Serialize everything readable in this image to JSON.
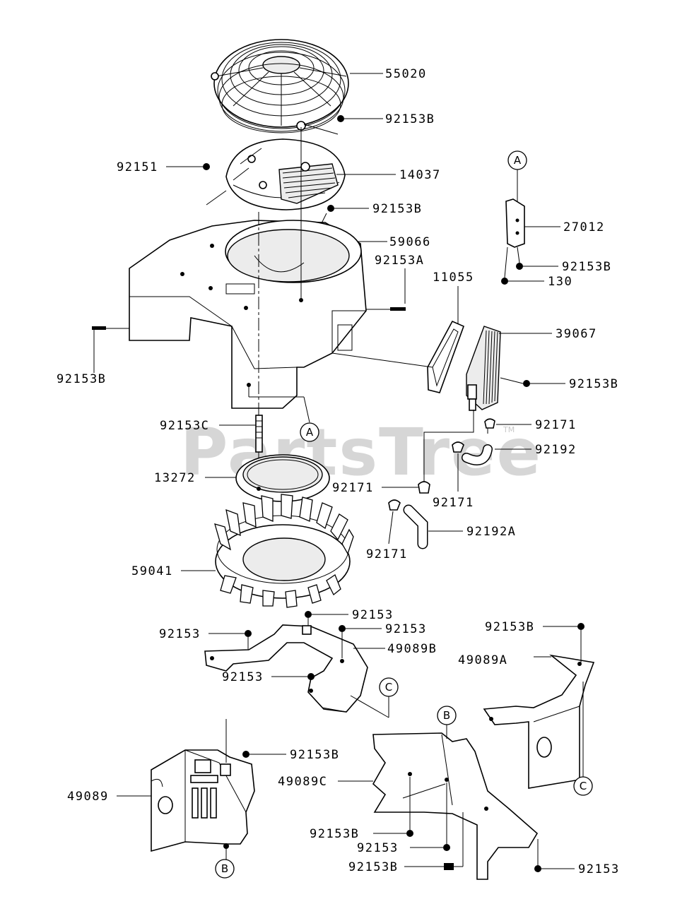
{
  "watermark": {
    "text": "PartsTree",
    "tm": "TM"
  },
  "parts": {
    "p55020": "55020",
    "p92153B_top": "92153B",
    "p92151": "92151",
    "p14037": "14037",
    "p92153B_a": "92153B",
    "p59066": "59066",
    "p92153A": "92153A",
    "p11055": "11055",
    "p92153B_left": "92153B",
    "p27012": "27012",
    "p92153B_r1": "92153B",
    "p130": "130",
    "p39067": "39067",
    "p92153B_r2": "92153B",
    "p92153C": "92153C",
    "p92171_a": "92171",
    "p92192": "92192",
    "p13272": "13272",
    "p92171_b": "92171",
    "p92171_c": "92171",
    "p92192A": "92192A",
    "p92171_d": "92171",
    "p59041": "59041",
    "p92153_a": "92153",
    "p92153_b": "92153",
    "p92153_c": "92153",
    "p49089B": "49089B",
    "p92153_d": "92153",
    "p92153B_m": "92153B",
    "p49089A": "49089A",
    "p92153B_n": "92153B",
    "p49089C": "49089C",
    "p49089": "49089",
    "p92153B_o": "92153B",
    "p92153_e": "92153",
    "p92153B_p": "92153B",
    "p92153_f": "92153"
  },
  "callouts": {
    "a": "A",
    "b": "B",
    "c": "C"
  }
}
